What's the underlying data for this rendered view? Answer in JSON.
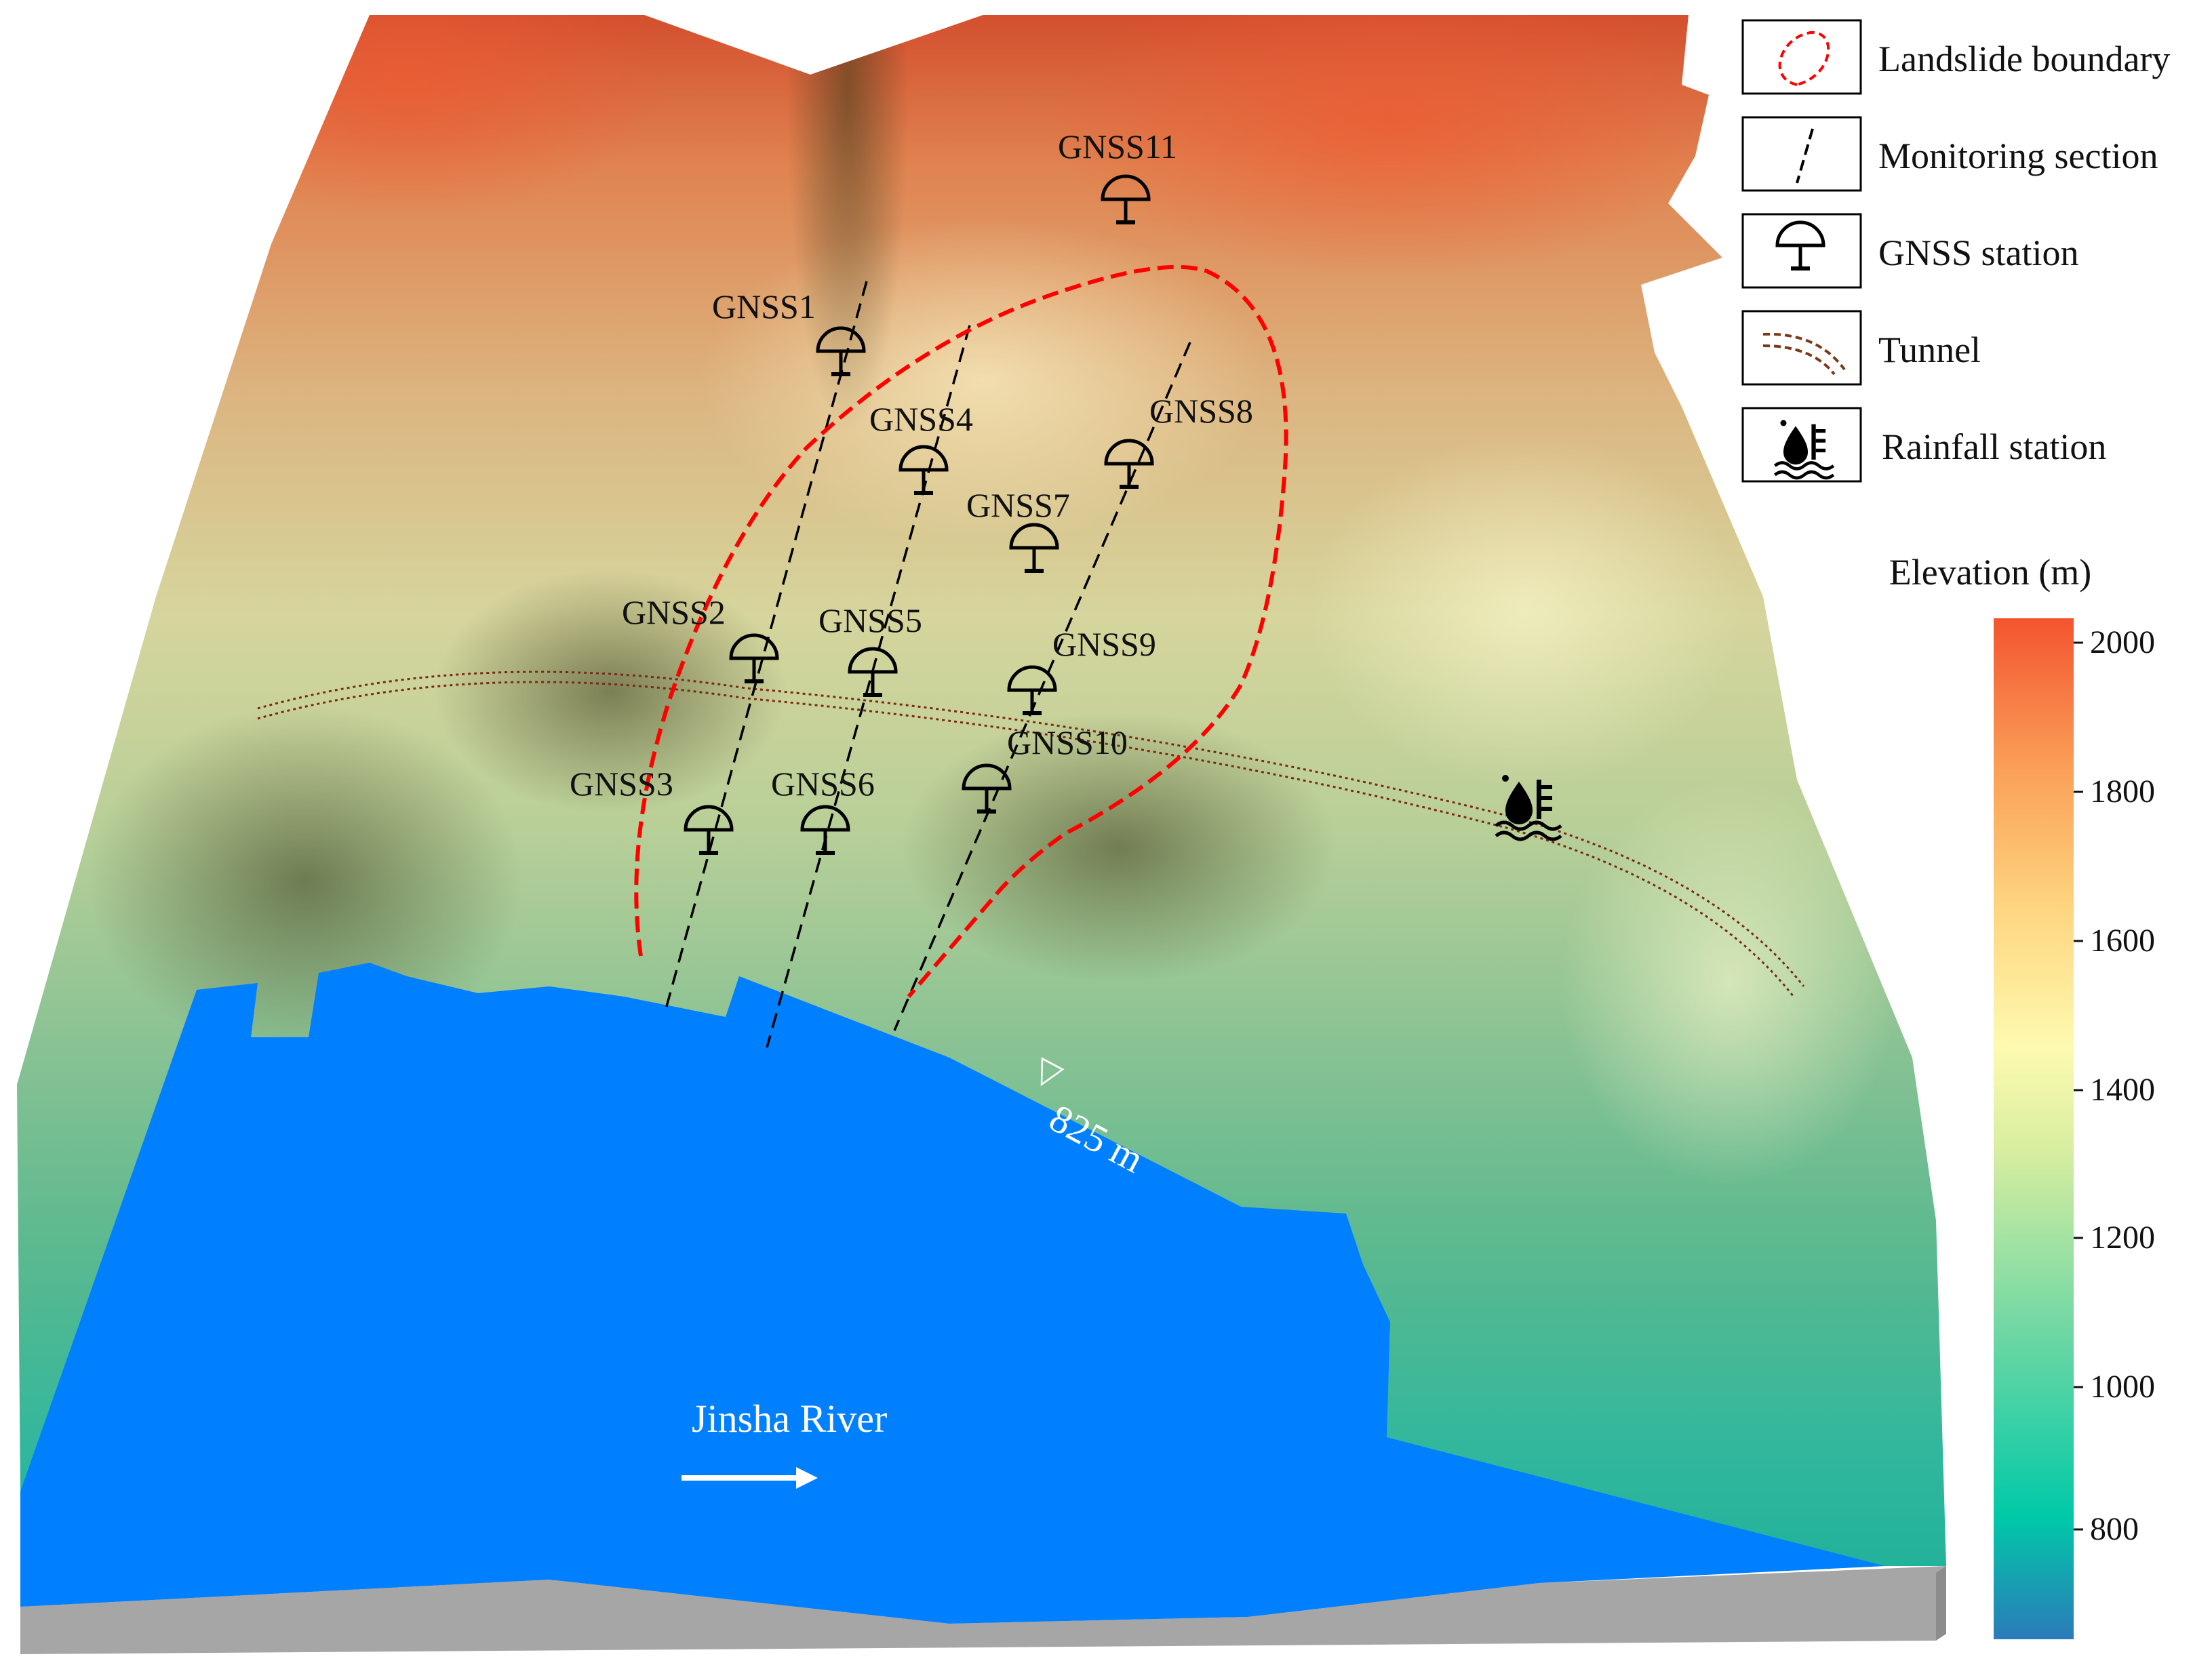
{
  "map": {
    "stations": [
      {
        "id": "GNSS1",
        "label": "GNSS1"
      },
      {
        "id": "GNSS2",
        "label": "GNSS2"
      },
      {
        "id": "GNSS3",
        "label": "GNSS3"
      },
      {
        "id": "GNSS4",
        "label": "GNSS4"
      },
      {
        "id": "GNSS5",
        "label": "GNSS5"
      },
      {
        "id": "GNSS6",
        "label": "GNSS6"
      },
      {
        "id": "GNSS7",
        "label": "GNSS7"
      },
      {
        "id": "GNSS8",
        "label": "GNSS8"
      },
      {
        "id": "GNSS9",
        "label": "GNSS9"
      },
      {
        "id": "GNSS10",
        "label": "GNSS10"
      },
      {
        "id": "GNSS11",
        "label": "GNSS11"
      }
    ],
    "river_label": "Jinsha River",
    "water_level_label": "825 m",
    "water_level_marker": "▽"
  },
  "legend": {
    "items": [
      {
        "key": "landslide",
        "label": "Landslide boundary",
        "icon": "dashed-ellipse-icon"
      },
      {
        "key": "section",
        "label": "Monitoring section",
        "icon": "dashed-line-icon"
      },
      {
        "key": "gnss",
        "label": "GNSS station",
        "icon": "gnss-station-icon"
      },
      {
        "key": "tunnel",
        "label": "Tunnel",
        "icon": "tunnel-icon"
      },
      {
        "key": "rainfall",
        "label": "Rainfall station",
        "icon": "rainfall-station-icon"
      }
    ]
  },
  "colorbar": {
    "title": "Elevation (m)",
    "ticks": [
      "2000",
      "1800",
      "1600",
      "1400",
      "1200",
      "1000",
      "800"
    ],
    "colors": [
      "#2b7bba",
      "#00c9a7",
      "#6ed7a4",
      "#d8eea0",
      "#fdfab0",
      "#fed47e",
      "#fa9c55",
      "#f3542f"
    ]
  },
  "colors": {
    "river": "#0080ff",
    "boundary": "#ff0000",
    "tunnel": "#7a2a12"
  }
}
